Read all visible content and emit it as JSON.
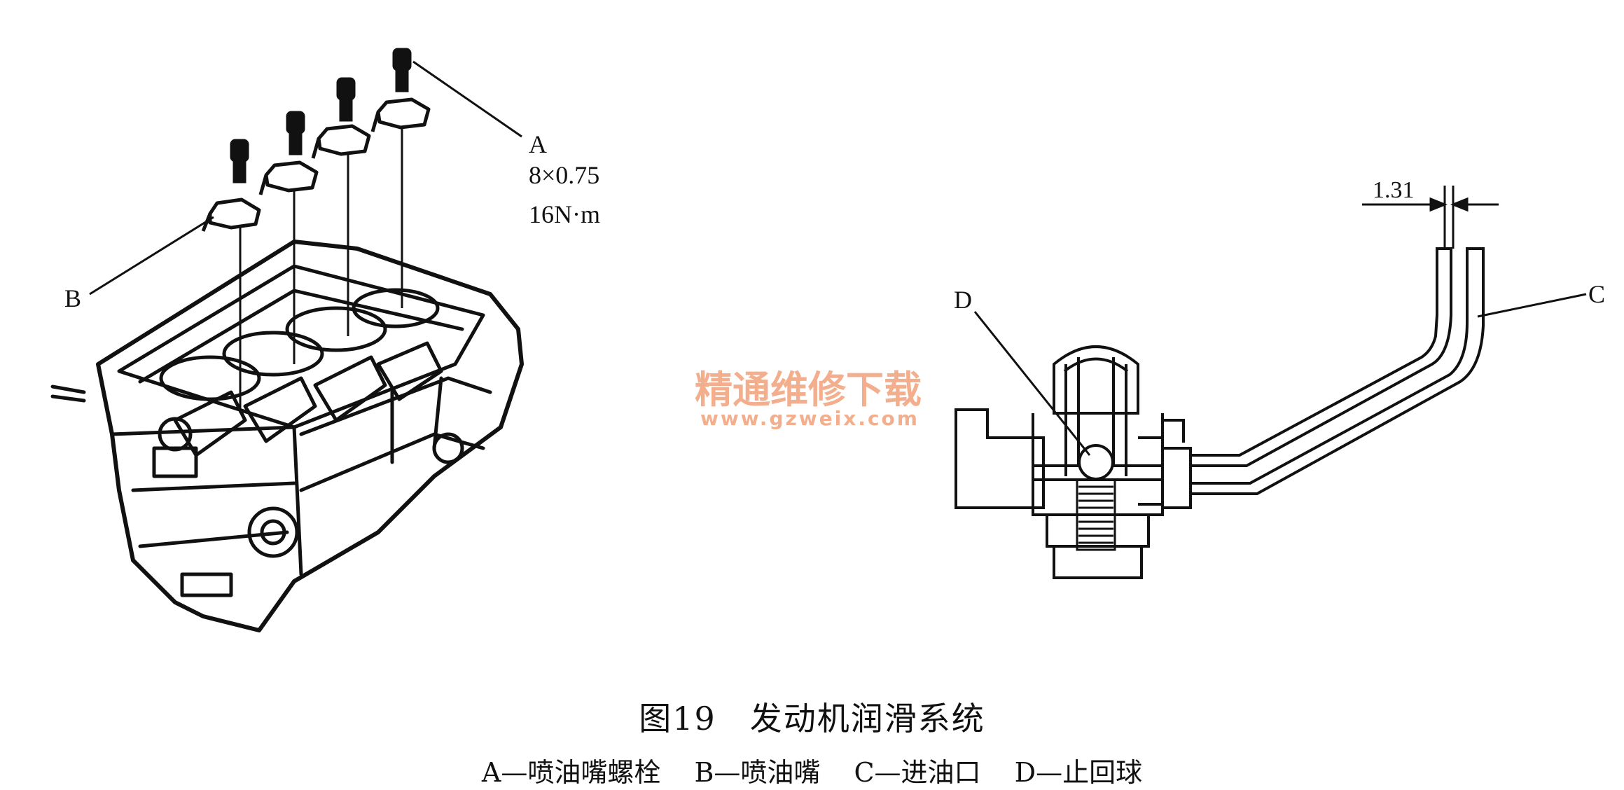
{
  "labels": {
    "A": "A",
    "A_spec_thread": "8×0.75",
    "A_spec_torque": "16N·m",
    "B": "B",
    "C": "C",
    "D": "D",
    "dimension": "1.31"
  },
  "watermark": {
    "text": "精通维修下载",
    "url": "www.gzweix.com",
    "color": "#f2a27a"
  },
  "caption": {
    "title": "图19　发动机润滑系统",
    "legend": [
      "A—喷油嘴螺栓",
      "B—喷油嘴",
      "C—进油口",
      "D—止回球"
    ]
  }
}
